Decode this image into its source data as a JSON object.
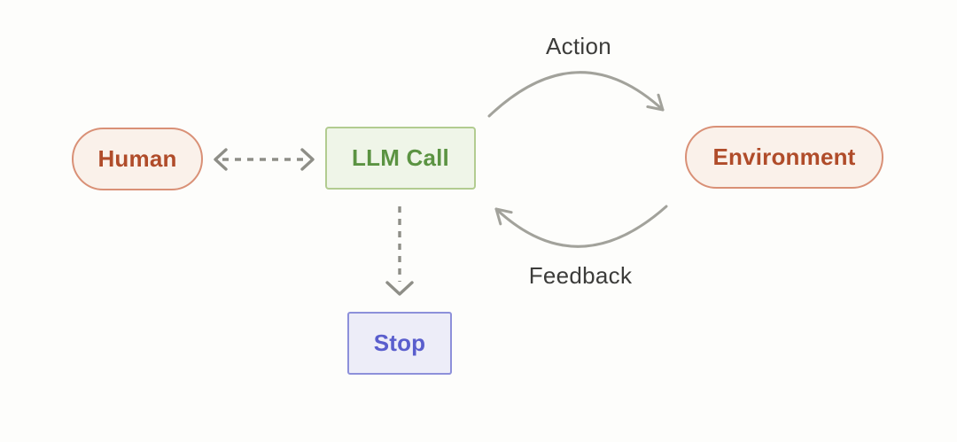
{
  "diagram": {
    "nodes": {
      "human": {
        "label": "Human",
        "shape": "pill"
      },
      "llm_call": {
        "label": "LLM Call",
        "shape": "rectangle"
      },
      "environment": {
        "label": "Environment",
        "shape": "pill"
      },
      "stop": {
        "label": "Stop",
        "shape": "rectangle"
      }
    },
    "edges": {
      "action": {
        "label": "Action",
        "from": "LLM Call",
        "to": "Environment",
        "style": "solid-curved-arrow"
      },
      "feedback": {
        "label": "Feedback",
        "from": "Environment",
        "to": "LLM Call",
        "style": "solid-curved-arrow"
      },
      "human_llm": {
        "label": "",
        "from": "Human",
        "to": "LLM Call",
        "style": "dashed-double-arrow"
      },
      "llm_stop": {
        "label": "",
        "from": "LLM Call",
        "to": "Stop",
        "style": "dashed-arrow"
      }
    }
  },
  "colors": {
    "canvas-bg": "#fdfdfb",
    "pill-bg": "#faf1ea",
    "pill-border": "#d99076",
    "pill-text": "#b04c2a",
    "llm-bg": "#eff5e8",
    "llm-border": "#b2cc90",
    "llm-text": "#5b9342",
    "stop-bg": "#ededf8",
    "stop-border": "#8d90da",
    "stop-text": "#5a5ecd",
    "arrow-gray": "#a2a29b",
    "dash-gray": "#8e8e87",
    "label-text": "#3c3c3a"
  }
}
